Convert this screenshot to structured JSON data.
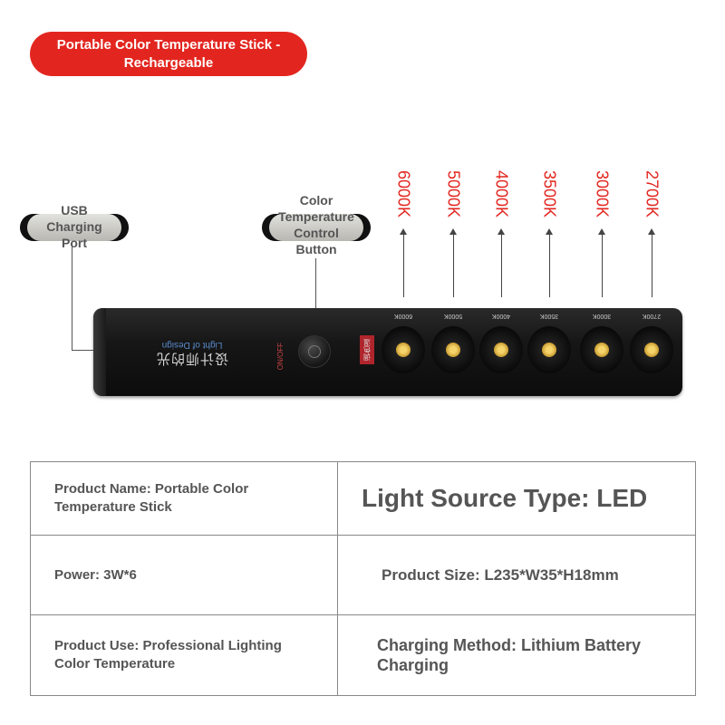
{
  "banner": {
    "line1": "Portable Color Temperature Stick -",
    "line2": "Rechargeable"
  },
  "callouts": {
    "usb": [
      "USB",
      "Charging",
      "Port"
    ],
    "control": [
      "Color",
      "Temperature",
      "Control",
      "Button"
    ]
  },
  "temperatures": [
    "6000K",
    "5000K",
    "4000K",
    "3500K",
    "3000K",
    "2700K"
  ],
  "device": {
    "brand_cn": "设计师的光",
    "brand_en": "Light of Design",
    "switch_label": "ON/OFF",
    "mode_label": "调色温",
    "led_ticks": [
      "6000K",
      "5000K",
      "4000K",
      "3500K",
      "3000K",
      "2700K"
    ]
  },
  "specs": {
    "product_name": "Product Name: Portable Color Temperature Stick",
    "light_source": "Light Source Type: LED",
    "power": "Power: 3W*6",
    "size": "Product Size: L235*W35*H18mm",
    "use": "Product Use: Professional Lighting Color Temperature",
    "charging": "Charging Method: Lithium Battery Charging"
  },
  "colors": {
    "accent": "#e2261f",
    "device": "#161616",
    "text": "#555555"
  }
}
